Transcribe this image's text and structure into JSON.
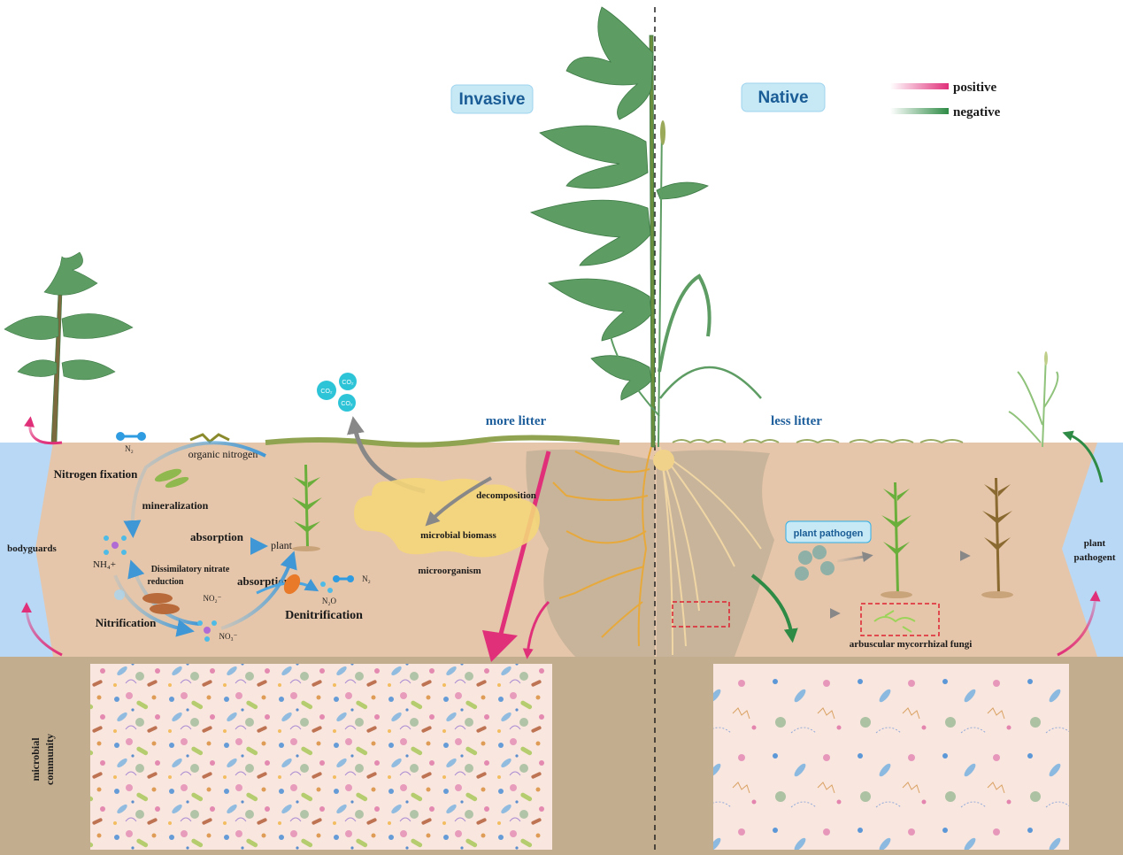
{
  "headers": {
    "invasive": "Invasive",
    "native": "Native"
  },
  "legend": {
    "positive": "positive",
    "negative": "negative",
    "positive_color": "#e0307a",
    "negative_color": "#2e8b45"
  },
  "litter": {
    "more": "more litter",
    "less": "less litter"
  },
  "side": {
    "bodyguards": "bodyguards",
    "plant_pathogent": [
      "plant",
      "pathogent"
    ]
  },
  "nitrogen_cycle": {
    "n2_top": "N₂",
    "organic_nitrogen": "organic nitrogen",
    "nitrogen_fixation": "Nitrogen fixation",
    "mineralization": "mineralization",
    "absorption_1": "absorption",
    "plant": "plant",
    "nh4": "NH₄+",
    "dissimilatory": [
      "Dissimilatory nitrate",
      "reduction"
    ],
    "no2": "NO₂⁻",
    "absorption_2": "absorption",
    "n2_right": "N₂",
    "n2o": "N₂O",
    "denitrification": "Denitrification",
    "nitrification": "Nitrification",
    "no3": "NO₃⁻"
  },
  "decomposition": {
    "co2": [
      "CO₂",
      "CO₂",
      "CO₂"
    ],
    "decomposition": "decomposition",
    "microbial_biomass": "microbial biomass",
    "microorganism": "microorganism"
  },
  "native_side": {
    "plant_pathogen": "plant pathogen",
    "amf": "arbuscular mycorrhizal fungi"
  },
  "bottom": {
    "microbial_community": [
      "microbial",
      "community"
    ]
  },
  "colors": {
    "soil": "#e6c6aa",
    "deep_soil": "#c2ad8f",
    "root_zone": "#c8b49a",
    "panel_fill": "#f9e6df",
    "side_blue": "#b9d8f5",
    "pill_fill": "#c7e9f6",
    "leaf": "#5d9c63",
    "root": "#e7a93b"
  }
}
